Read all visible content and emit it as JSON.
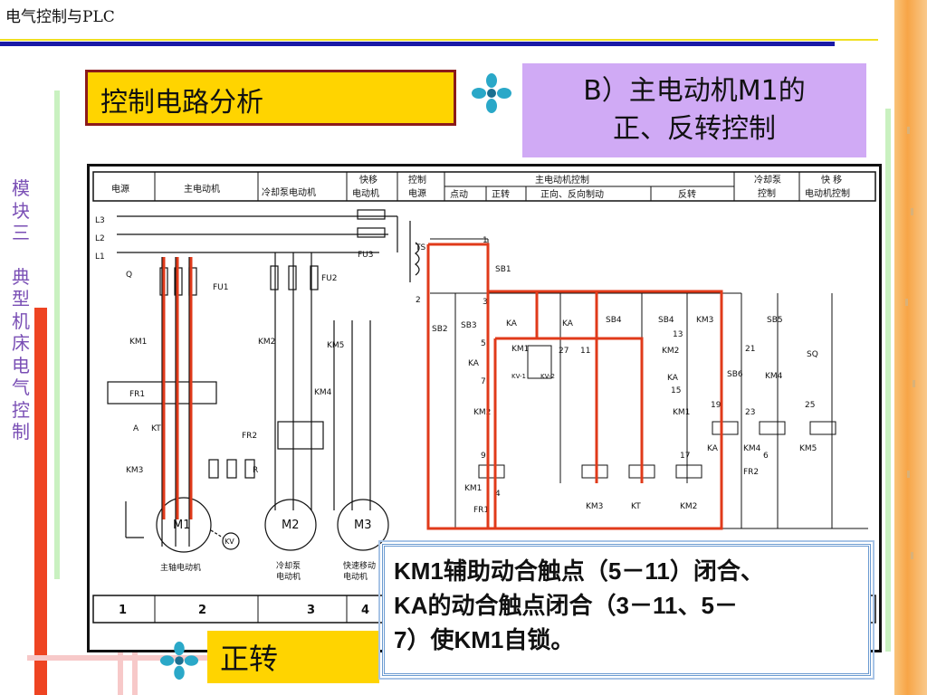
{
  "header": {
    "course_title": "电气控制与PLC"
  },
  "side_label": [
    "模",
    "块",
    "三",
    "典",
    "型",
    "机",
    "床",
    "电",
    "气",
    "控",
    "制"
  ],
  "title_box": {
    "label": "控制电路分析"
  },
  "subtitle": {
    "line1": "B）主电动机M1的",
    "line2": "正、反转控制"
  },
  "diagram": {
    "header_cells": [
      "电源",
      "主电动机",
      "冷却泵电动机",
      "快移",
      "电动机",
      "控制",
      "电源",
      "点动",
      "正转",
      "正向、反向制动",
      "反转",
      "主电动机控制",
      "冷却泵",
      "控制",
      "快  移",
      "电动机控制"
    ],
    "footer_cells": [
      "1",
      "2",
      "3",
      "4"
    ],
    "main_labels": [
      "L3",
      "L2",
      "L1",
      "Q",
      "FU1",
      "FU2",
      "FU3",
      "KM1",
      "KM2",
      "KM5",
      "KM4",
      "FR1",
      "FR2",
      "KM3",
      "R",
      "KT",
      "A",
      "M1",
      "M2",
      "M3",
      "KV",
      "主轴电动机",
      "冷却泵",
      "电动机",
      "快速移动",
      "电动机"
    ],
    "control_labels": [
      "TS",
      "1",
      "2",
      "SB1",
      "3",
      "SB2",
      "SB3",
      "KA",
      "KA",
      "SB4",
      "SB4",
      "KM3",
      "13",
      "5",
      "KM1",
      "27",
      "11",
      "KM2",
      "21",
      "SB5",
      "SQ",
      "KA",
      "KV-1",
      "KV-2",
      "7",
      "KA",
      "15",
      "SB6",
      "KM4",
      "KM2",
      "KM1",
      "19",
      "23",
      "25",
      "KA",
      "KM4",
      "6",
      "KM5",
      "9",
      "17",
      "FR2",
      "KM1",
      "4",
      "FR1",
      "KM3",
      "KT",
      "KM2"
    ]
  },
  "bottom_label": "正转",
  "note": {
    "line1": "KM1辅助动合触点（5－11）闭合、",
    "line2": "KA的动合触点闭合（3－11、5－",
    "line3": "7）使KM1自锁。"
  },
  "colors": {
    "title_bg": "#ffd400",
    "subtitle_bg": "#d0aaf5",
    "highlight": "#e03a1a",
    "header_rule": "#1a1aa6"
  }
}
